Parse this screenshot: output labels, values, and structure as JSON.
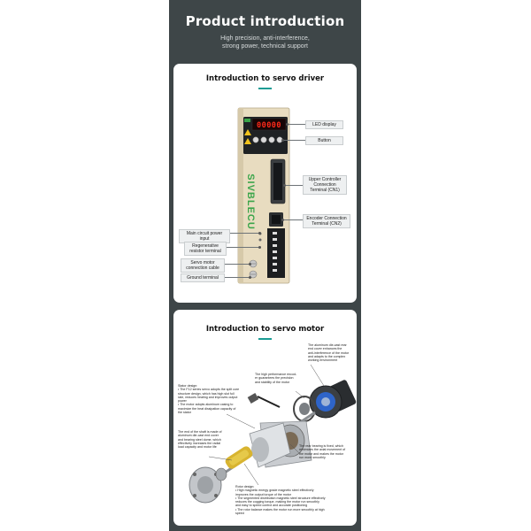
{
  "header": {
    "title": "Product introduction",
    "subtitle_line1": "High precision, anti-interference,",
    "subtitle_line2": "strong power, technical support"
  },
  "driver_section": {
    "title": "Introduction to servo driver",
    "brand": "SIVBLECU",
    "led_value": "00000",
    "labels": {
      "led_display": "LED display",
      "button": "Button",
      "cn1_line1": "Upper Controller",
      "cn1_line2": "Connection",
      "cn1_line3": "Terminal (CN1)",
      "cn2_line1": "Encoder Connection",
      "cn2_line2": "Terminal (CN2)",
      "main_power": "Main circuit power input",
      "regen_line1": "Regenerative",
      "regen_line2": "resistor terminal",
      "servo_cable_line1": "Servo motor",
      "servo_cable_line2": "connection cable",
      "ground": "Ground terminal"
    }
  },
  "motor_section": {
    "title": "Introduction to servo motor",
    "notes": {
      "rear_cover": [
        "The aluminum die-cast rear",
        "end cover enhances the",
        "anti-interference of the motor",
        "and adapts to the complex",
        "working environment"
      ],
      "encoder": [
        "The high performance encod-",
        "er guarantees the precision",
        "and stability of the motor"
      ],
      "stator": [
        "Stator design:",
        "• The F12 series servo adopts the split core",
        "structure design, which has high slot full",
        "rate, reduces heating and improves output",
        "power",
        "• The motor adopts aluminum casing to",
        "maximize the heat dissipation capacity of",
        "the stator"
      ],
      "shaft": [
        "The end of the shaft is made of",
        "aluminum die-cast end cover",
        "and bearing steel dome, which",
        "effectively increases the radial",
        "load capacity and motor life"
      ],
      "rear_bearing": [
        "The rear bearing is fixed, which",
        "minimizes the axial movement of",
        "the motor and makes the motor",
        "run more smoothly"
      ],
      "rotor": [
        "Rotor design:",
        "• High magnetic energy grade magnetic steel effectively",
        "improves the output torque of the motor",
        "• The segmented distribution magnetic steel structure effectively",
        "reduces the cogging torque, making the motor run smoothly",
        "and easy to speed control and accurate positioning",
        "• The rotor balance makes the motor run more smoothly at high",
        "speed"
      ]
    }
  }
}
